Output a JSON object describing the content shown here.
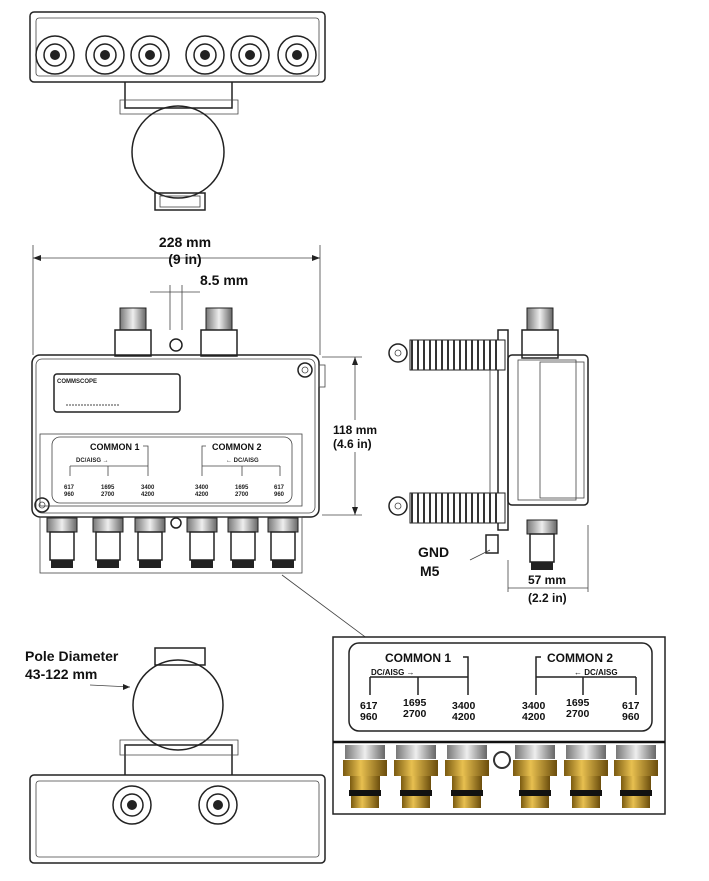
{
  "dimensions": {
    "width_mm": "228 mm",
    "width_in": "(9 in)",
    "spacing": "8.5 mm",
    "height_mm": "118 mm",
    "height_in": "(4.6 in)",
    "depth_mm": "57 mm",
    "depth_in": "(2.2 in)"
  },
  "ground": {
    "line1": "GND",
    "line2": "M5"
  },
  "pole": {
    "line1": "Pole Diameter",
    "line2": "43-122 mm"
  },
  "label_plate": {
    "brand": "COMMSCOPE"
  },
  "ports": {
    "common1": "COMMON 1",
    "common2": "COMMON 2",
    "dc_aisg_1": "DC/AISG →",
    "dc_aisg_2": "← DC/AISG",
    "p1": {
      "a": "617",
      "b": "960"
    },
    "p2": {
      "a": "1695",
      "b": "2700"
    },
    "p3": {
      "a": "3400",
      "b": "4200"
    },
    "p4": {
      "a": "3400",
      "b": "4200"
    },
    "p5": {
      "a": "1695",
      "b": "2700"
    },
    "p6": {
      "a": "617",
      "b": "960"
    }
  },
  "colors": {
    "brass": "#c9a230",
    "line": "#222222"
  }
}
